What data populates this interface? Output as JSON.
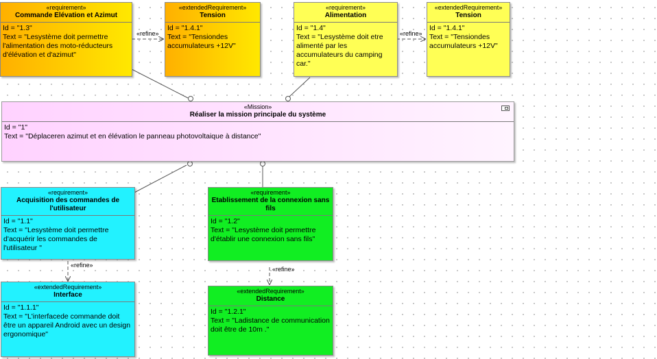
{
  "requirements": [
    {
      "key": "req13",
      "stereotype": "«requirement»",
      "name": "Commande Elévation et Azimut",
      "id_line": "Id = \"1.3\"",
      "text_line": "Text = \"Lesystème doit permettre l'alimentation des moto-réducteurs d'élévation et d'azimut\""
    },
    {
      "key": "ext141a",
      "stereotype": "«extendedRequirement»",
      "name": "Tension",
      "id_line": "Id = \"1.4.1\"",
      "text_line": "Text = \"Tensiondes accumulateurs +12V\""
    },
    {
      "key": "req14",
      "stereotype": "«requirement»",
      "name": "Alimentation",
      "id_line": "Id = \"1.4\"",
      "text_line": "Text = \"Lesystème doit etre alimenté par les accumulateurs du camping car.\""
    },
    {
      "key": "ext141b",
      "stereotype": "«extendedRequirement»",
      "name": "Tension",
      "id_line": "Id = \"1.4.1\"",
      "text_line": "Text = \"Tensiondes accumulateurs +12V\""
    },
    {
      "key": "mission",
      "stereotype": "«Mission»",
      "name": "Réaliser la mission principale du système",
      "id_line": "Id = \"1\"",
      "text_line": "Text = \"Déplaceren azimut et en élévation le panneau photovoltaique à distance\""
    },
    {
      "key": "req11",
      "stereotype": "«requirement»",
      "name": "Acquisition des commandes de l'utilisateur",
      "id_line": "Id = \"1.1\"",
      "text_line": "Text = \"Lesystème doit permettre d'acquérir les commandes de l'utilisateur \""
    },
    {
      "key": "req12",
      "stereotype": "«requirement»",
      "name": "Etablissement de la connexion sans fils",
      "id_line": "Id = \"1.2\"",
      "text_line": "Text = \"Lesystème doit permettre d'établir une connexion sans fils\""
    },
    {
      "key": "ext111",
      "stereotype": "«extendedRequirement»",
      "name": "Interface",
      "id_line": "Id = \"1.1.1\"",
      "text_line": "Text = \"L'interfacede commande doit être un appareil Android avec un design ergonomique\""
    },
    {
      "key": "ext121",
      "stereotype": "«extendedRequirement»",
      "name": "Distance",
      "id_line": "Id = \"1.2.1\"",
      "text_line": "Text = \"Ladistance de communication doit être de 10m .\""
    }
  ],
  "refine_labels": [
    "«refine»",
    "«refine»",
    "«refine»",
    "«refine»"
  ],
  "colors": {
    "requirement_orange_start": "#ffb000",
    "requirement_yellow": "#ffff55",
    "mission_pink": "#ffd2ff",
    "cyan": "#22f2ff",
    "green": "#11ee22",
    "grid_dot": "#b4b4b4"
  }
}
